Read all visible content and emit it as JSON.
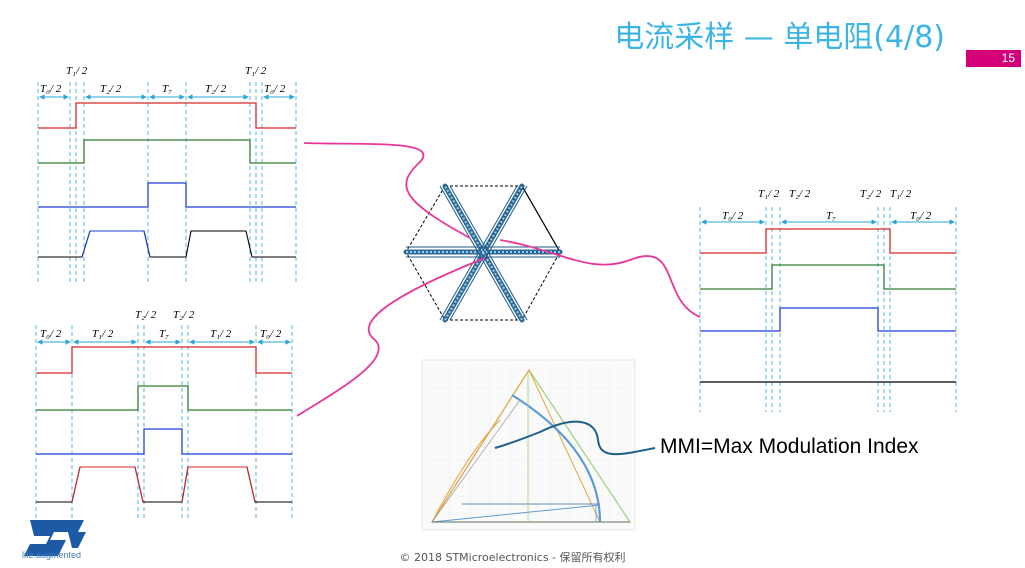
{
  "slide": {
    "title": "电流采样 — 单电阻(4/8)",
    "page_number": "15",
    "annotation": "MMI=Max Modulation Index",
    "footer": "© 2018 STMicroelectronics - 保留所有权利",
    "logo_tagline": "life.augmented"
  },
  "diagram_top_left": {
    "row1": [
      "T₁/ 2",
      "T₁/ 2"
    ],
    "row2": [
      "T₀/ 2",
      "T₂/ 2",
      "T₇",
      "T₂/ 2",
      "T₀/ 2"
    ]
  },
  "diagram_bottom_left": {
    "row1": [
      "T₂/ 2",
      "T₂/ 2"
    ],
    "row2": [
      "T₀/ 2",
      "T₁/ 2",
      "T₇",
      "T₁/ 2",
      "T₀/ 2"
    ]
  },
  "diagram_right": {
    "row1": [
      "T₁/ 2",
      "T₂/ 2",
      "T₂/ 2",
      "T₁/ 2"
    ],
    "row2": [
      "T₀/ 2",
      "T₇",
      "T₀/ 2"
    ]
  },
  "colors": {
    "title": "#3cb4e5",
    "badge": "#d4007a",
    "phase_a": "#d62728",
    "phase_b": "#2e7d32",
    "phase_c": "#1f3fd6",
    "connector": "#e8379a"
  }
}
